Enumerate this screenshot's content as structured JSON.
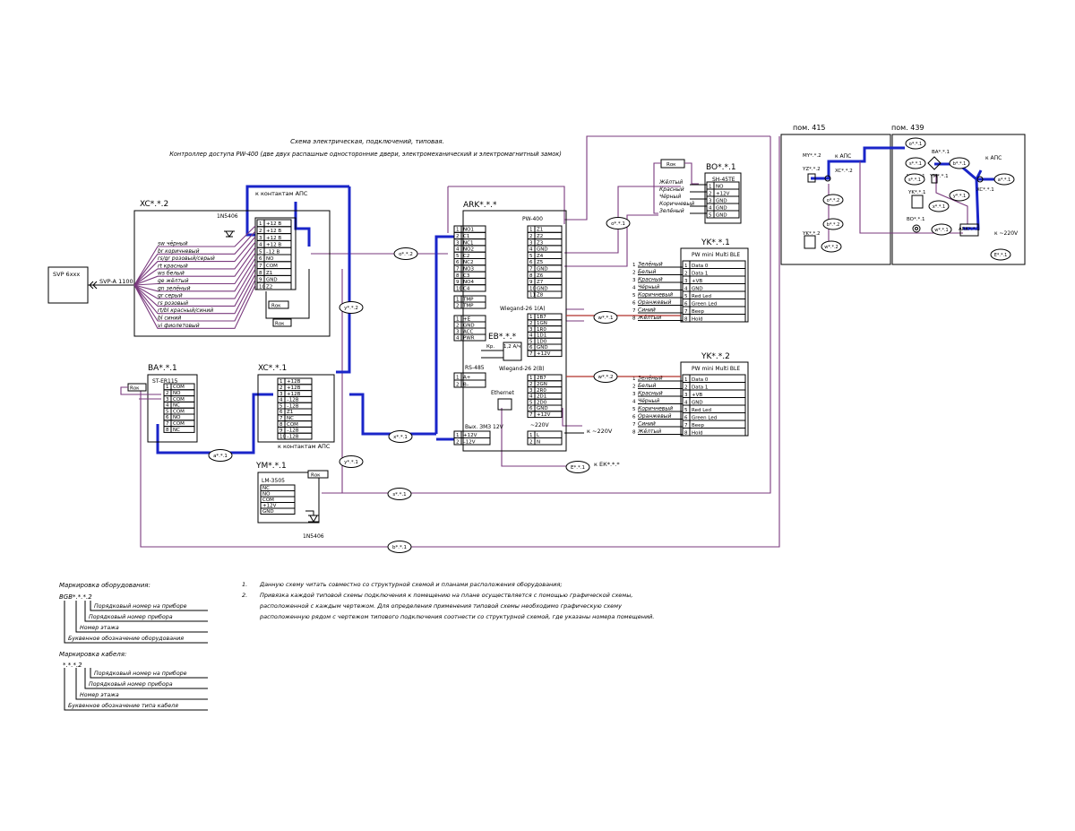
{
  "title": {
    "line1": "Схема электрическая, подключений, типовая.",
    "line2": "Контроллер доступа PW-400 (две двух распашные односторонние двери, электромеханический и электромагнитный замок)"
  },
  "svp": {
    "box_label": "SVP 6xxx",
    "cable_label": "SVP-A 1100"
  },
  "xc2": {
    "name": "XC*.*.2",
    "diode": "1N5406",
    "aps": "к контактам АПС",
    "terms": [
      "+12 В",
      "+12 В",
      "+12 В",
      "+12 В",
      "–12 В",
      "NO",
      "COM",
      "Z1",
      "GND",
      "Z2"
    ],
    "rok": "Rок",
    "wires": [
      "sw чёрный",
      "br коричневый",
      "rs/gr розовый/серый",
      "rt красный",
      "ws белый",
      "ge жёлтый",
      "gn зелёный",
      "gr серый",
      "rs розовый",
      "rt/bl красный/синий",
      "bl синий",
      "vi фиолетовый"
    ]
  },
  "ba": {
    "name": "BA*.*.1",
    "model": "ST-ER115",
    "rok": "Rок",
    "terms": [
      "COM",
      "NO",
      "COM",
      "NC",
      "COM",
      "NO",
      "COM",
      "NC"
    ]
  },
  "xc1": {
    "name": "XC*.*.1",
    "aps": "к контактам АПС",
    "terms": [
      "+12В",
      "+12В",
      "+12В",
      "–12В",
      "–12В",
      "Z1",
      "NC",
      "COM",
      "–12В",
      "–12В"
    ]
  },
  "ym": {
    "name": "YM*.*.1",
    "model": "LM-3505",
    "rok": "Rок",
    "diode": "1N5406",
    "terms": [
      "NC",
      "NO",
      "COM",
      "+12V",
      "GND"
    ]
  },
  "ark": {
    "name": "ARK*.*.*",
    "model": "PW-400",
    "left_terms": [
      "NO1",
      "C1",
      "NC1",
      "NO2",
      "C2",
      "NC2",
      "NO3",
      "C3",
      "NO4",
      "C4"
    ],
    "right_terms": [
      "Z1",
      "Z2",
      "Z3",
      "GND",
      "Z4",
      "Z5",
      "GND",
      "Z6",
      "Z7",
      "GND",
      "Z8"
    ],
    "tmp": [
      "TMP",
      "TMP"
    ],
    "acc": [
      "+E",
      "GND",
      "ACC",
      "PWR"
    ],
    "rs485_title": "RS-485",
    "rs485": [
      "A+",
      "B–"
    ],
    "w1_title": "Wiegand-26 1(A)",
    "w1": [
      "1B7",
      "1GN",
      "1R0",
      "1D1",
      "1D0",
      "GND",
      "+12V"
    ],
    "w2_title": "Wiegand-26 2(B)",
    "w2": [
      "2B7",
      "2GN",
      "2R0",
      "2D1",
      "2D0",
      "GND",
      "+12V"
    ],
    "eb_name": "EB*.*.*",
    "eb_kr": "Кр.",
    "eb_cap": "1,2 А/ч",
    "ethernet": "Ethernet",
    "out_title": "Вых. ЗМЗ 12V",
    "out": [
      "+12V",
      "–12V"
    ],
    "ac_title": "~220V",
    "ac": [
      "L",
      "N"
    ],
    "to_220": "к ~220V",
    "to_ek": "к ЕК*.*.*"
  },
  "bo": {
    "name": "BO*.*.1",
    "model": "SH-45TE",
    "rok": "Rок",
    "wires": [
      "Жёлтый",
      "Красный",
      "Чёрный",
      "Коричневый",
      "Зелёный"
    ],
    "terms": [
      "NO",
      "+12V",
      "GND",
      "GND",
      "GND"
    ]
  },
  "yk1": {
    "name": "YK*.*.1",
    "model": "PW mini Multi BLE",
    "wires": [
      "Зелёный",
      "Белый",
      "Красный",
      "Чёрный",
      "Коричневый",
      "Оранжевый",
      "Синий",
      "Жёлтый"
    ],
    "terms": [
      "Data 0",
      "Data 1",
      "+VB",
      "GND",
      "Red Led",
      "Green Led",
      "Beep",
      "Hold"
    ]
  },
  "yk2": {
    "name": "YK*.*.2",
    "model": "PW mini Multi BLE",
    "wires": [
      "Зелёный",
      "Белый",
      "Красный",
      "Чёрный",
      "Коричневый",
      "Оранжевый",
      "Синий",
      "Жёлтый"
    ],
    "terms": [
      "Data 0",
      "Data 1",
      "+VB",
      "GND",
      "Red Led",
      "Green Led",
      "Beep",
      "Hold"
    ]
  },
  "cables": {
    "o2": "o*.*.2",
    "o1": "o*.*.1",
    "y2": "y*.*.2",
    "y1": "y*.*.1",
    "x1": "x*.*.1",
    "a1": "a*.*.1",
    "s1": "s*.*.1",
    "b1": "b*.*.1",
    "w1": "w*.*.1",
    "w2": "w*.*.2",
    "e1": "E*.*.1"
  },
  "room415": {
    "title": "пом. 415",
    "aps": "к АПС",
    "labels": [
      "MY*.*.2",
      "YZ*.*.2",
      "XC*.*.2",
      "YK*.*.2"
    ],
    "cables": [
      "o*.*.2",
      "b*.*.2",
      "w*.*.2"
    ]
  },
  "room439": {
    "title": "пом. 439",
    "aps": "к АПС",
    "to_220": "к ~220V",
    "labels": [
      "BA*.*.1",
      "MY*.*.1",
      "YM*.*.1",
      "XC*.*.1",
      "YK*.*.1",
      "BO*.*.1",
      "ARK*.*.1"
    ],
    "cables": [
      "o*.*.1",
      "s*.*.1",
      "b*.*.1",
      "a*.*.1",
      "y*.*.1",
      "x*.*.1",
      "w*.*.1",
      "s*.*.1",
      "E*.*.1"
    ]
  },
  "legend": {
    "equip_title": "Маркировка оборудования:",
    "equip_code": "BGB*.*.*.2",
    "equip_lines": [
      "Порядковый номер на приборе",
      "Порядковый номер прибора",
      "Номер этажа",
      "Буквенное обозначение оборудования"
    ],
    "cable_title": "Маркировка кабеля:",
    "cable_code": "*.*.*.2",
    "cable_lines": [
      "Порядковый номер на приборе",
      "Порядковый номер прибора",
      "Номер этажа",
      "Буквенное обозначение типа кабеля"
    ]
  },
  "notes": [
    {
      "num": "1.",
      "text": "Данную схему читать совместно со структурной схемой и планами расположения оборудования;"
    },
    {
      "num": "2.",
      "text": "Привязка каждой типовой схемы подключения к помещению на плане осуществляется с помощью графической схемы,"
    },
    {
      "num": "",
      "text": "расположенной с каждым чертежом. Для определения применения типовой схемы необходимо графическую схему"
    },
    {
      "num": "",
      "text": "расположенную рядом с чертежом типового подключения соотнести со структурной схемой, где указаны номера помещений."
    }
  ]
}
